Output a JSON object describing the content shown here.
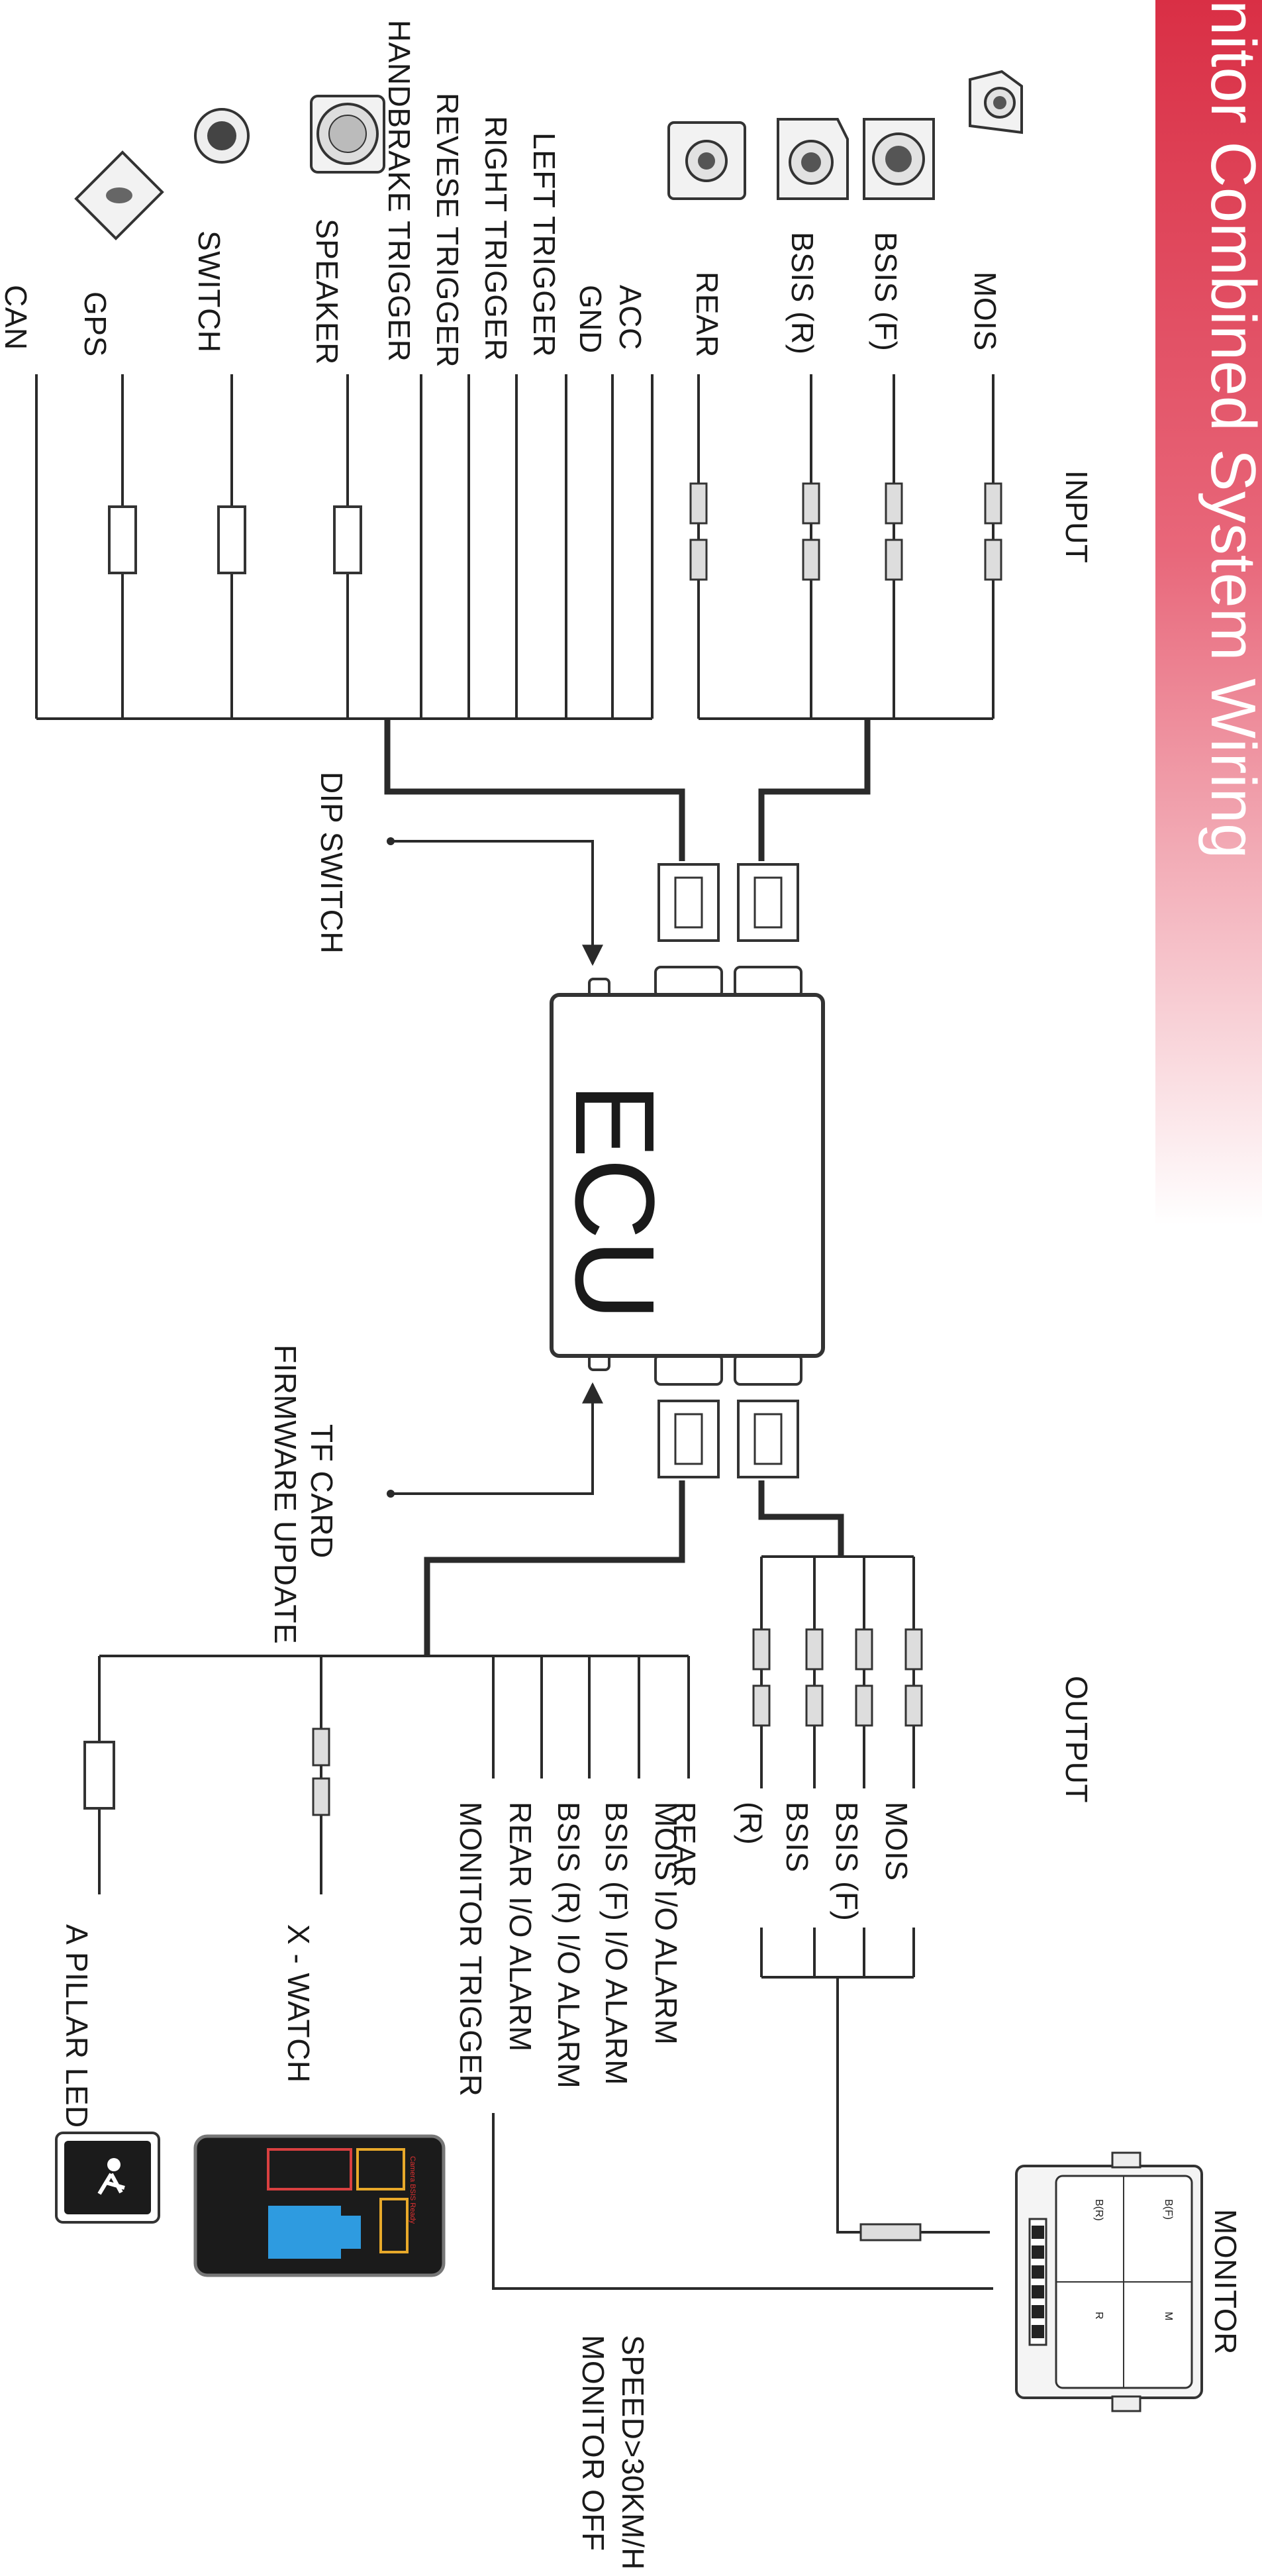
{
  "title": "nitor Combined System Wiring",
  "colors": {
    "banner": "#d92f45",
    "banner_fade": "#ffffff",
    "line": "#2a2a2a"
  },
  "sections": {
    "input": "INPUT",
    "output": "OUTPUT"
  },
  "ecu": {
    "label": "ECU"
  },
  "inputs": {
    "cameras": [
      "MOIS",
      "BSIS (F)",
      "BSIS (R)",
      "REAR"
    ],
    "signals": [
      "ACC",
      "GND",
      "LEFT TRIGGER",
      "RIGHT TRIGGER",
      "REVESE TRIGGER",
      "HANDBRAKE TRIGGER"
    ],
    "devices": [
      "SPEAKER",
      "SWITCH",
      "GPS",
      "CAN"
    ]
  },
  "dip_switch": "DIP SWITCH",
  "tf_card": {
    "line1": "TF CARD",
    "line2": "FIRMWARE UPDATE"
  },
  "outputs": {
    "video": [
      "MOIS",
      "BSIS (F)",
      "BSIS",
      "(R)"
    ],
    "alarms": [
      "REAR",
      "MOIS I/O ALARM",
      "BSIS (F) I/O ALARM",
      "BSIS (R) I/O ALARM",
      "REAR I/O ALARM",
      "MONITOR TRIGGER"
    ],
    "devices": [
      "X - WATCH",
      "A PILLAR LED"
    ]
  },
  "monitor": {
    "label": "MONITOR",
    "quadrants": [
      "B(F)",
      "M",
      "B(R)",
      "R"
    ],
    "speed_note": "SPEED>30KM/H",
    "off_note": "MONITOR OFF"
  },
  "xwatch_screen": {
    "status_line": "Camera BSIS Ready"
  }
}
